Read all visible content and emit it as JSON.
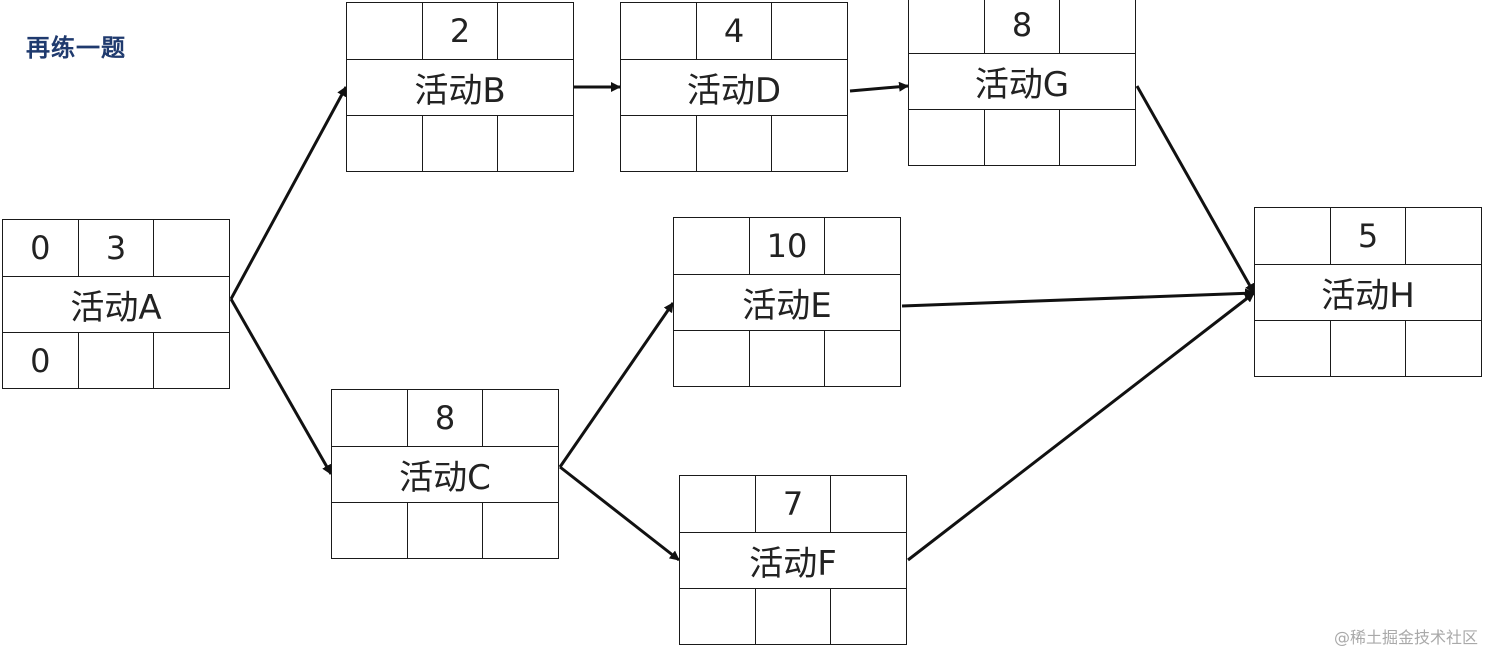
{
  "title": "再练一题",
  "watermark": "@稀土掘金技术社区",
  "nodes": {
    "A": {
      "name": "活动A",
      "top": [
        "0",
        "3",
        ""
      ],
      "bottom": [
        "0",
        "",
        ""
      ]
    },
    "B": {
      "name": "活动B",
      "top": [
        "",
        "2",
        ""
      ],
      "bottom": [
        "",
        "",
        ""
      ]
    },
    "C": {
      "name": "活动C",
      "top": [
        "",
        "8",
        ""
      ],
      "bottom": [
        "",
        "",
        ""
      ]
    },
    "D": {
      "name": "活动D",
      "top": [
        "",
        "4",
        ""
      ],
      "bottom": [
        "",
        "",
        ""
      ]
    },
    "E": {
      "name": "活动E",
      "top": [
        "",
        "10",
        ""
      ],
      "bottom": [
        "",
        "",
        ""
      ]
    },
    "F": {
      "name": "活动F",
      "top": [
        "",
        "7",
        ""
      ],
      "bottom": [
        "",
        "",
        ""
      ]
    },
    "G": {
      "name": "活动G",
      "top": [
        "",
        "8",
        ""
      ],
      "bottom": [
        "",
        "",
        ""
      ]
    },
    "H": {
      "name": "活动H",
      "top": [
        "",
        "5",
        ""
      ],
      "bottom": [
        "",
        "",
        ""
      ]
    }
  },
  "edges": [
    {
      "from": "A",
      "to": "B"
    },
    {
      "from": "A",
      "to": "C"
    },
    {
      "from": "B",
      "to": "D"
    },
    {
      "from": "D",
      "to": "G"
    },
    {
      "from": "C",
      "to": "E"
    },
    {
      "from": "C",
      "to": "F"
    },
    {
      "from": "G",
      "to": "H"
    },
    {
      "from": "E",
      "to": "H"
    },
    {
      "from": "F",
      "to": "H"
    }
  ]
}
